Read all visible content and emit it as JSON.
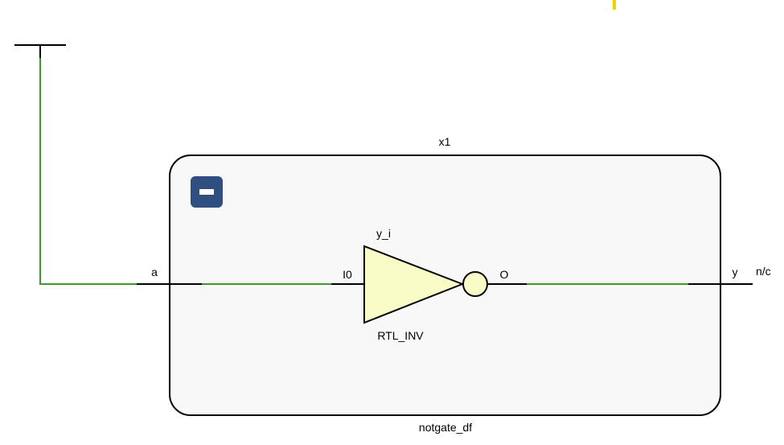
{
  "schematic": {
    "instance_name": "x1",
    "module_name": "notgate_df",
    "input_port": "a",
    "output_port": "y",
    "output_net": "n/c",
    "cell_instance": "y_i",
    "cell_type": "RTL_INV",
    "cell_input_pin": "I0",
    "cell_output_pin": "O",
    "collapse_icon": "minus-icon"
  },
  "colors": {
    "net_active": "#3b9a2a",
    "net_default": "#000000",
    "block_fill": "#f8f8f8",
    "cell_fill": "#fafcc8",
    "collapse_button": "#2f4f80",
    "marker": "#f5d000"
  }
}
